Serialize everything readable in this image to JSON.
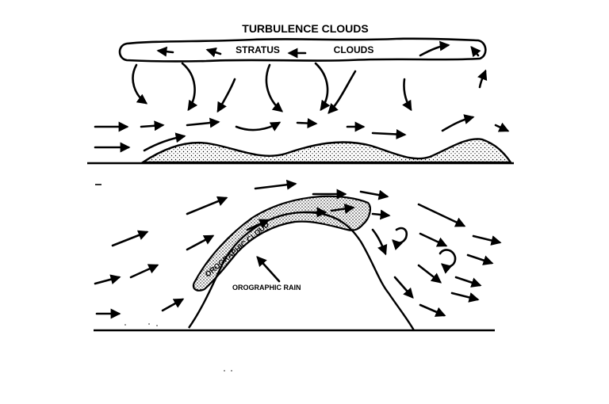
{
  "top_panel": {
    "title": "TURBULENCE CLOUDS",
    "cloud_label_left": "STRATUS",
    "cloud_label_right": "CLOUDS"
  },
  "bottom_panel": {
    "cloud_label": "OROGRAPHIC CLOUD",
    "rain_label": "OROGRAPHIC RAIN"
  }
}
